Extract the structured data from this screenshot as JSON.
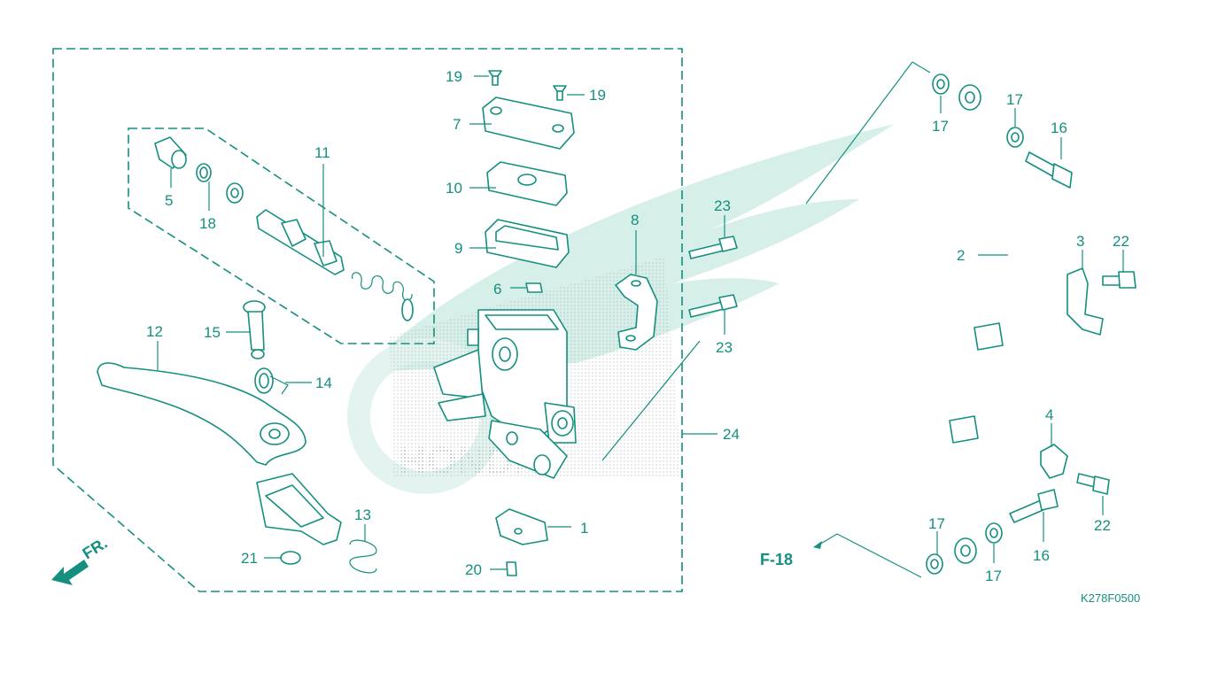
{
  "diagram": {
    "code": "K278F0500",
    "front_marker": "FR.",
    "ref_label": "F-18",
    "colors": {
      "ink": "#148f80",
      "watermark": "#d7efe9"
    },
    "callouts": {
      "c1": "1",
      "c2": "2",
      "c3": "3",
      "c4": "4",
      "c5": "5",
      "c6": "6",
      "c7": "7",
      "c8": "8",
      "c9": "9",
      "c10": "10",
      "c11": "11",
      "c12": "12",
      "c13": "13",
      "c14": "14",
      "c15": "15",
      "c16a": "16",
      "c16b": "16",
      "c17a": "17",
      "c17b": "17",
      "c17c": "17",
      "c17d": "17",
      "c18": "18",
      "c19a": "19",
      "c19b": "19",
      "c20": "20",
      "c21": "21",
      "c22a": "22",
      "c22b": "22",
      "c23a": "23",
      "c23b": "23",
      "c24": "24"
    }
  }
}
